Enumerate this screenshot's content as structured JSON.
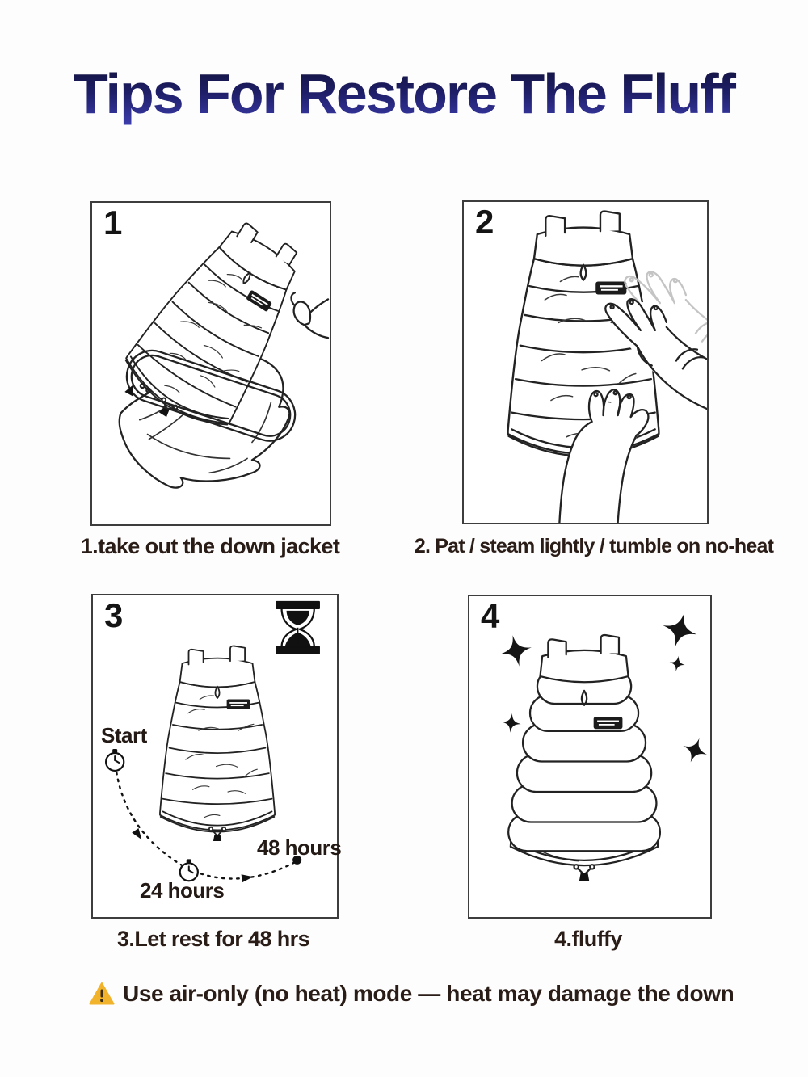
{
  "title": "Tips For Restore The Fluff",
  "panels": [
    {
      "number": "1",
      "caption": "1.take out the down jacket"
    },
    {
      "number": "2",
      "caption": "2. Pat / steam lightly / tumble on no-heat"
    },
    {
      "number": "3",
      "caption": "3.Let rest for 48 hrs",
      "labels": {
        "start": "Start",
        "h24": "24 hours",
        "h48": "48 hours"
      }
    },
    {
      "number": "4",
      "caption": "4.fluffy"
    }
  ],
  "warning": {
    "text": "Use air-only (no heat) mode — heat may damage the down"
  },
  "colors": {
    "title_gradient_top": "#12123a",
    "title_gradient_bottom": "#3d3dae",
    "caption_text": "#2a1c16",
    "line_art": "#222222",
    "ghost_line": "#c4c4c4",
    "warning_triangle": "#f2b32c"
  },
  "icons": {
    "hourglass": "hourglass-icon",
    "clock": "clock-icon",
    "sparkle": "sparkle-icon",
    "warning": "warning-triangle-icon"
  }
}
